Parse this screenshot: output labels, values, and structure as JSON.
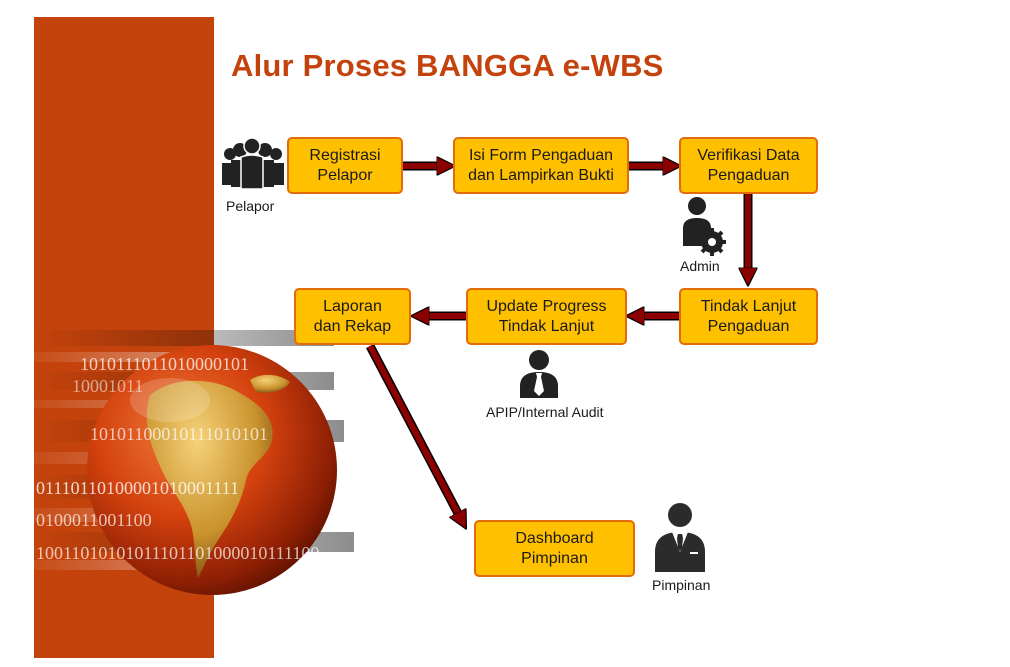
{
  "title": "Alur Proses BANGGA e-WBS",
  "steps": {
    "registrasi": "Registrasi\nPelapor",
    "isi_form": "Isi Form Pengaduan\ndan Lampirkan Bukti",
    "verifikasi": "Verifikasi Data\nPengaduan",
    "tindak_lanjut": "Tindak Lanjut\nPengaduan",
    "update_progress": "Update Progress\nTindak Lanjut",
    "laporan": "Laporan\ndan Rekap",
    "dashboard": "Dashboard\nPimpinan"
  },
  "actors": {
    "pelapor": "Pelapor",
    "admin": "Admin",
    "apip": "APIP/Internal Audit",
    "pimpinan": "Pimpinan"
  },
  "decor": {
    "binary_lines": [
      "1010111011010000101",
      "10001011",
      "10101100010111010101",
      "01110110100001010001111",
      "0100011001100",
      "10011010101011101101000010111100"
    ]
  },
  "colors": {
    "accent": "#c4430c",
    "box_fill": "#ffc000",
    "box_border": "#e36c0a",
    "arrow": "#8b0000"
  }
}
